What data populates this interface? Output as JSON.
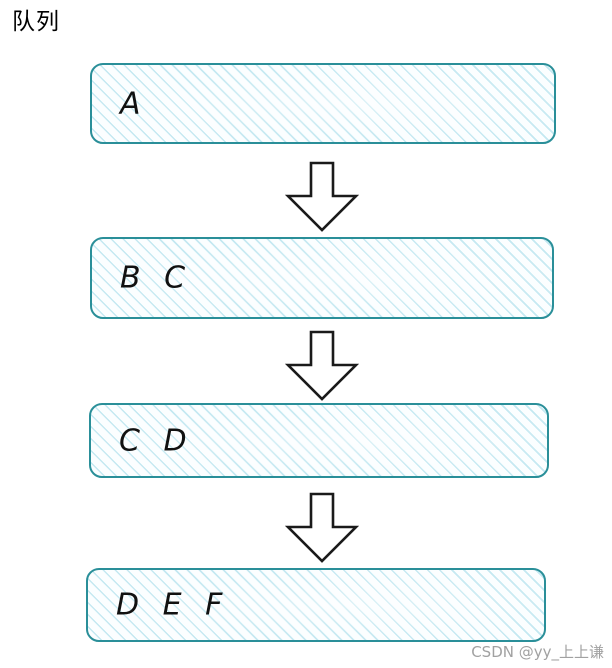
{
  "diagram": {
    "title": "队列",
    "type": "queue-evolution-flowchart",
    "colors": {
      "box_border": "#2a8f99",
      "box_fill": "#fbfeff",
      "hatch": "#96d6e6",
      "label_text": "#111111",
      "arrow_stroke": "#1a1a1a",
      "arrow_fill": "#ffffff",
      "watermark_text": "#9a9a9a",
      "background": "#ffffff"
    },
    "steps": [
      {
        "id": "step-1",
        "label": "A",
        "items": [
          "A"
        ]
      },
      {
        "id": "step-2",
        "label": "B C",
        "items": [
          "B",
          "C"
        ]
      },
      {
        "id": "step-3",
        "label": "C D",
        "items": [
          "C",
          "D"
        ]
      },
      {
        "id": "step-4",
        "label": "D E F",
        "items": [
          "D",
          "E",
          "F"
        ]
      }
    ],
    "arrows": [
      {
        "id": "arrow-1",
        "direction": "down"
      },
      {
        "id": "arrow-2",
        "direction": "down"
      },
      {
        "id": "arrow-3",
        "direction": "down"
      }
    ]
  },
  "watermark": {
    "text": "CSDN @yy_上上谦"
  }
}
